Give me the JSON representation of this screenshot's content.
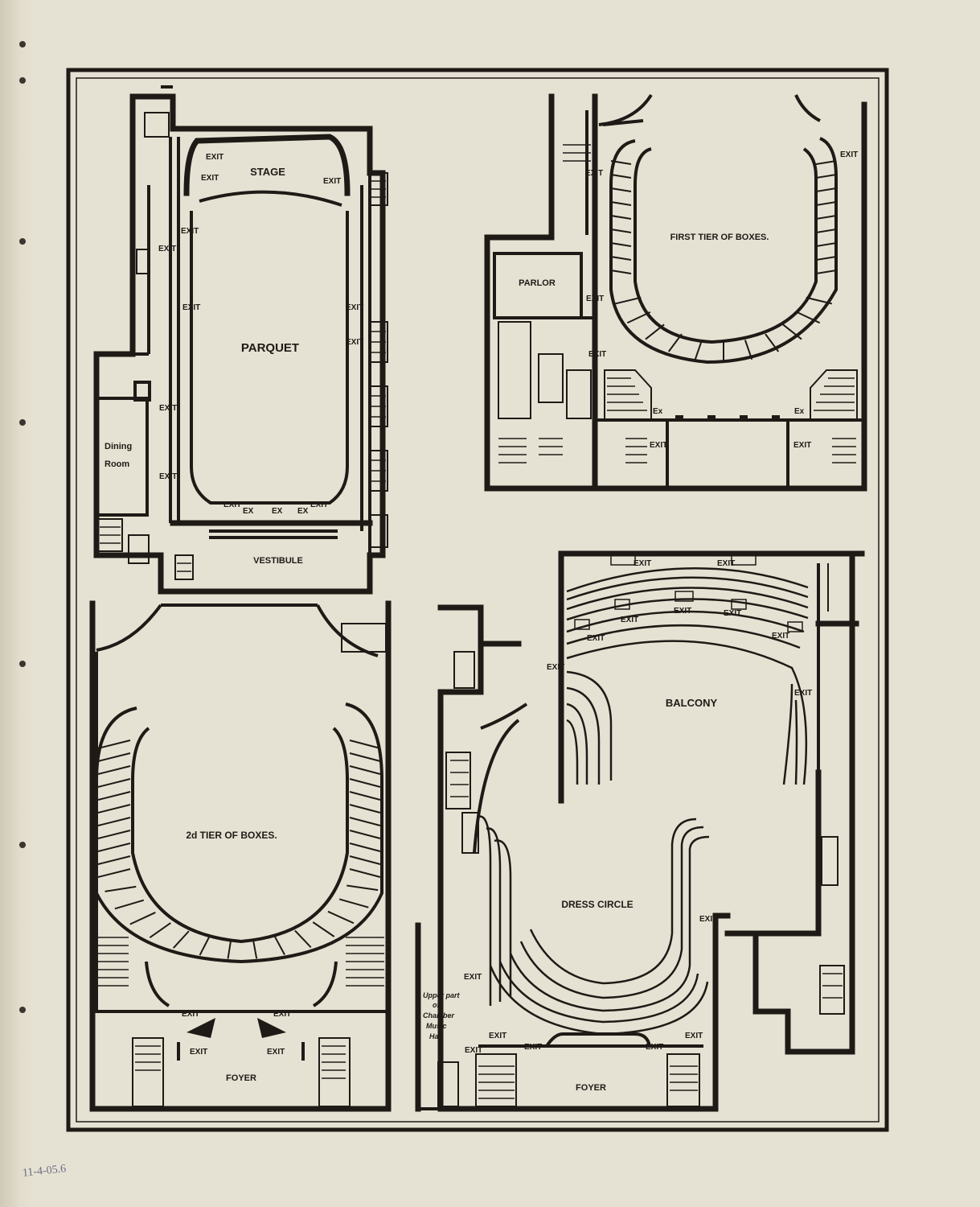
{
  "plans": {
    "parquet": {
      "stage": "STAGE",
      "parquet": "PARQUET",
      "dining": "Dining",
      "dining2": "Room",
      "vestibule": "VESTIBULE",
      "exit": "EXIT",
      "ex": "EX"
    },
    "first_tier": {
      "title": "FIRST TIER OF BOXES.",
      "parlor": "PARLOR",
      "exit": "EXIT",
      "ex": "Ex"
    },
    "second_tier": {
      "title": "2d TIER OF BOXES.",
      "foyer": "FOYER",
      "exit": "EXIT"
    },
    "balcony": {
      "title": "BALCONY",
      "exit": "EXIT"
    },
    "dress_circle": {
      "title": "DRESS CIRCLE",
      "foyer": "FOYER",
      "exit": "EXIT",
      "chamber_1": "Upper part",
      "chamber_2": "of",
      "chamber_3": "Chamber",
      "chamber_4": "Music",
      "chamber_5": "Hall"
    }
  },
  "handwriting": "11-4-05.6",
  "colors": {
    "paper": "#e6e2d3",
    "ink": "#1e1a16",
    "pencil": "#6b6a85"
  }
}
